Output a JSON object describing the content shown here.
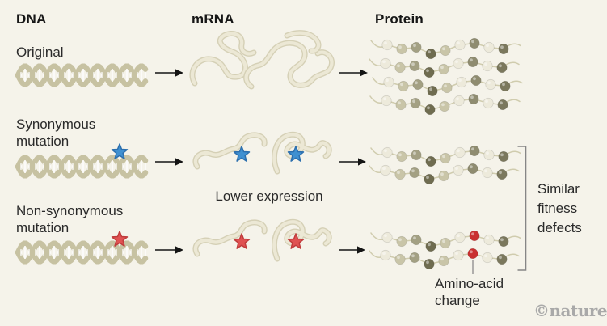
{
  "colors": {
    "background": "#f5f3ea",
    "text": "#232323",
    "dna": "#c7c2a2",
    "dna_rung": "#ffffff",
    "mrna": "#ece8d5",
    "mrna_edge": "#d5d0b6",
    "bead_link": "#d0ccae",
    "arrow": "#141414",
    "bracket": "#868686",
    "pointer": "#8a8a8a",
    "watermark_color": "#a9a9a9",
    "star_blue": "#3f90d1",
    "star_blue_edge": "#2c6fae",
    "star_red": "#e05252",
    "star_red_edge": "#c03c3c",
    "bead_mutant": "#c93030",
    "beads": {
      "cream": "#edeadb",
      "tan": "#c9c5a8",
      "olive": "#a3a083",
      "darkolive": "#6f6c50",
      "graytan": "#8f8c70",
      "darkolive2": "#7b785d"
    }
  },
  "columns": [
    {
      "id": "dna",
      "label": "DNA"
    },
    {
      "id": "mrna",
      "label": "mRNA"
    },
    {
      "id": "protein",
      "label": "Protein"
    }
  ],
  "rows": [
    {
      "id": "original",
      "label": "Original",
      "dna_marker": null,
      "mrna": "tangle",
      "protein_chains": 4,
      "mutated_bead": null
    },
    {
      "id": "synonymous",
      "label": "Synonymous mutation",
      "dna_marker": "blue-star",
      "mrna": "fragments",
      "mrna_note": "Lower expression",
      "protein_chains": 2,
      "mutated_bead": null
    },
    {
      "id": "non-synonymous",
      "label": "Non-synonymous mutation",
      "dna_marker": "red-star",
      "mrna": "fragments",
      "protein_chains": 2,
      "mutated_bead": 7
    }
  ],
  "protein_bead_sequence": [
    "cream",
    "tan",
    "olive",
    "darkolive",
    "tan",
    "cream",
    "graytan",
    "cream",
    "darkolive2"
  ],
  "annotations": {
    "lower_expression": "Lower expression",
    "amino_acid_change": "Amino-acid change",
    "similar_fitness": "Similar fitness defects",
    "watermark": "©nature"
  }
}
